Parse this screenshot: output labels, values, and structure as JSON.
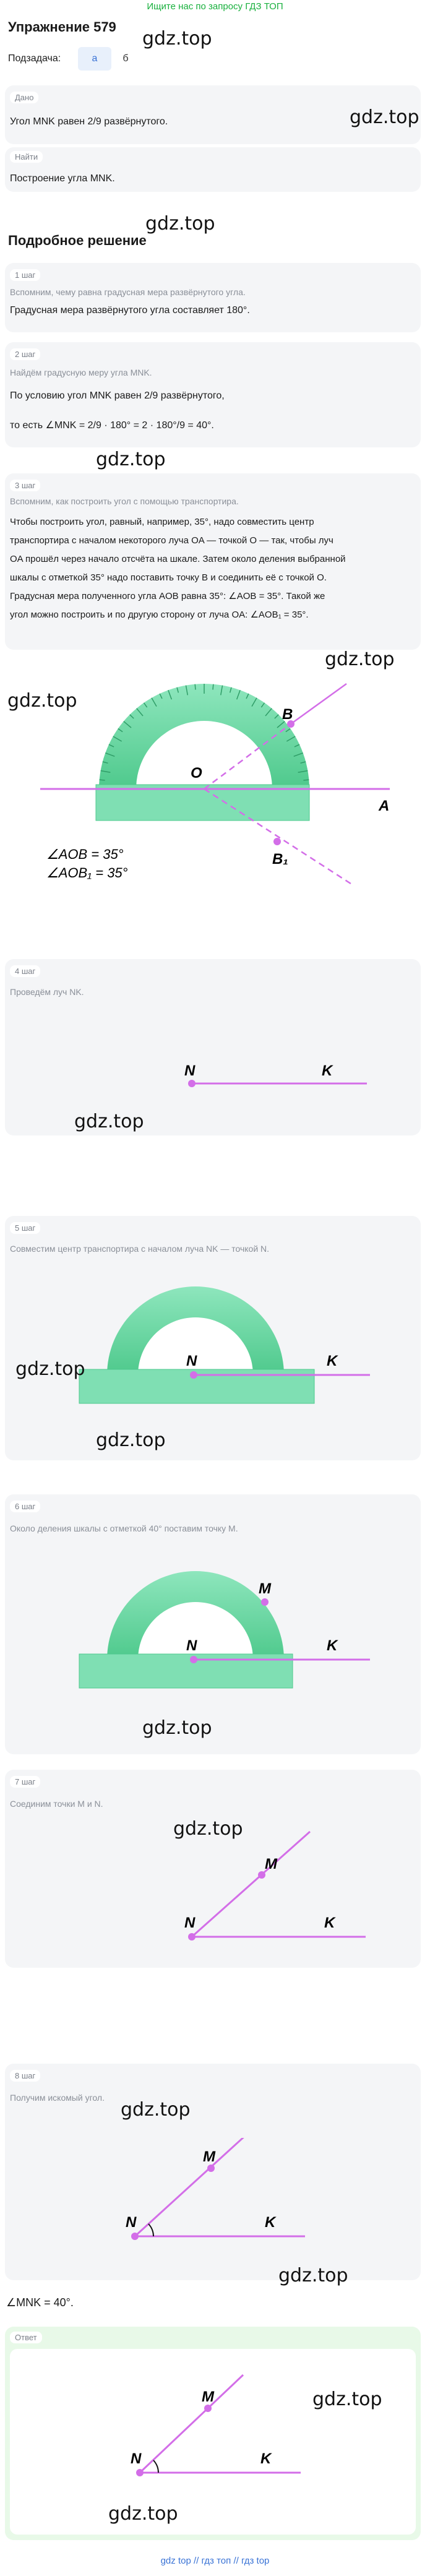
{
  "banner": "Ищите нас по запросу ГДЗ ТОП",
  "title": "Упражнение 579",
  "watermark": "gdz.top",
  "subtasks": {
    "label": "Подзадача:",
    "tabs": [
      "а",
      "б"
    ]
  },
  "given": {
    "tag": "Дано",
    "text": "Угол MNK равен 2/9 развёрнутого."
  },
  "find": {
    "tag": "Найти",
    "text": "Построение угла MNK."
  },
  "solution_header": "Подробное решение",
  "step1": {
    "tag": "1 шаг",
    "text": "Вспомним, чему равна градусная мера развёрнутого угла.",
    "text2": "Градусная мера развёрнутого угла составляет 180°."
  },
  "step2": {
    "tag": "2 шаг",
    "text": "Найдём градусную меру угла MNK.",
    "text2": "По условию угол MNK равен 2/9 развёрнутого,",
    "text3": "то есть ∠MNK = 2/9 · 180° = 2 · 180°/9 = 40°."
  },
  "step3": {
    "tag": "3 шаг",
    "text": "Вспомним, как построить угол с помощью транспортира.",
    "line1": "Чтобы построить угол, равный, например, 35°, надо совместить центр",
    "line2": "транспортира с началом некоторого луча OA — точкой O — так, чтобы луч",
    "line3": "OA прошёл через начало отсчёта на шкале. Затем около деления выбранной",
    "line4": "шкалы с отметкой 35° надо поставить точку B и соединить её с точкой O.",
    "line5": "Градусная мера полученного угла AOB равна 35°: ∠AOB = 35°. Такой же",
    "line6": "угол можно построить и по другую сторону от луча OA: ∠AOB₁ = 35°.",
    "eq1": "∠AOB = 35°",
    "eq2": "∠AOB₁ = 35°",
    "points": {
      "B": "B",
      "O": "O",
      "A": "A",
      "B1": "B₁"
    }
  },
  "step4": {
    "tag": "4 шаг",
    "text": "Проведём луч NK.",
    "points": {
      "N": "N",
      "K": "K"
    }
  },
  "step5": {
    "tag": "5 шаг",
    "text": "Совместим центр транспортира с началом луча NK — точкой N."
  },
  "step6": {
    "tag": "6 шаг",
    "text": "Около деления шкалы с отметкой 40° поставим точку M.",
    "M": "M"
  },
  "step7": {
    "tag": "7 шаг",
    "text": "Соединим точки M и N."
  },
  "step8": {
    "tag": "8 шаг",
    "text": "Получим искомый угол.",
    "result": "∠MNK = 40°."
  },
  "answer": {
    "tag": "Ответ"
  },
  "footer": {
    "links": [
      "gdz top",
      "//",
      "гдз топ",
      "//",
      "гдз top"
    ]
  },
  "colors": {
    "accent": "#3a73d6",
    "banner_green": "#18b03d",
    "ray_purple": "#d36ee8",
    "protractor_green": "#5fd49b"
  }
}
